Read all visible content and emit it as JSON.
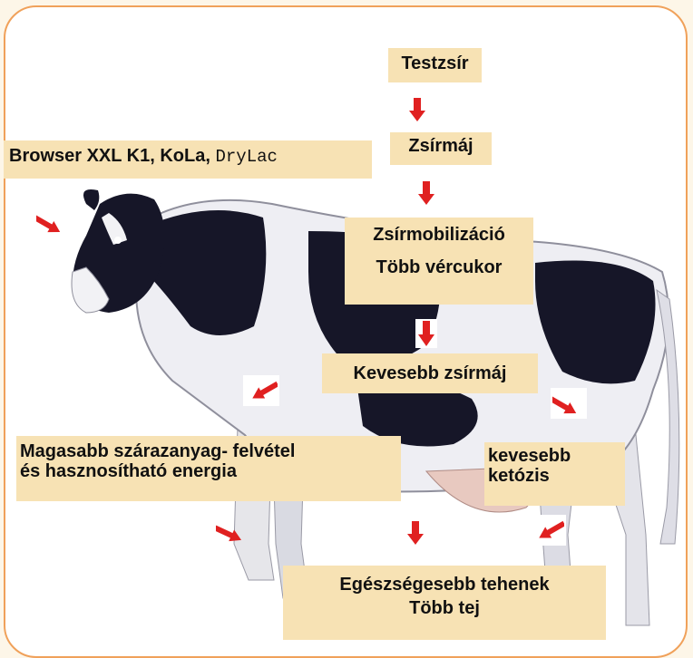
{
  "diagram": {
    "source_label": {
      "text": "Browser XXL K1, KoLa,",
      "product": "DryLac"
    },
    "chain": {
      "body_fat": "Testzsír",
      "fatty_liver": "Zsírmáj",
      "fat_mobilization": "Zsírmobilizáció",
      "more_blood_sugar": "Több vércukor",
      "less_fatty_liver": "Kevesebb zsírmáj"
    },
    "outcomes": {
      "dry_matter_line1": "Magasabb szárazanyag- felvétel",
      "dry_matter_line2": "és hasznosítható energia",
      "ketosis_line1": "kevesebb",
      "ketosis_line2": "ketózis",
      "result_line1": "Egészségesebb tehenek",
      "result_line2": "Több tej"
    },
    "colors": {
      "arrow": "#e02020",
      "box": "#f7e2b4",
      "frame": "#f0a15a"
    }
  }
}
